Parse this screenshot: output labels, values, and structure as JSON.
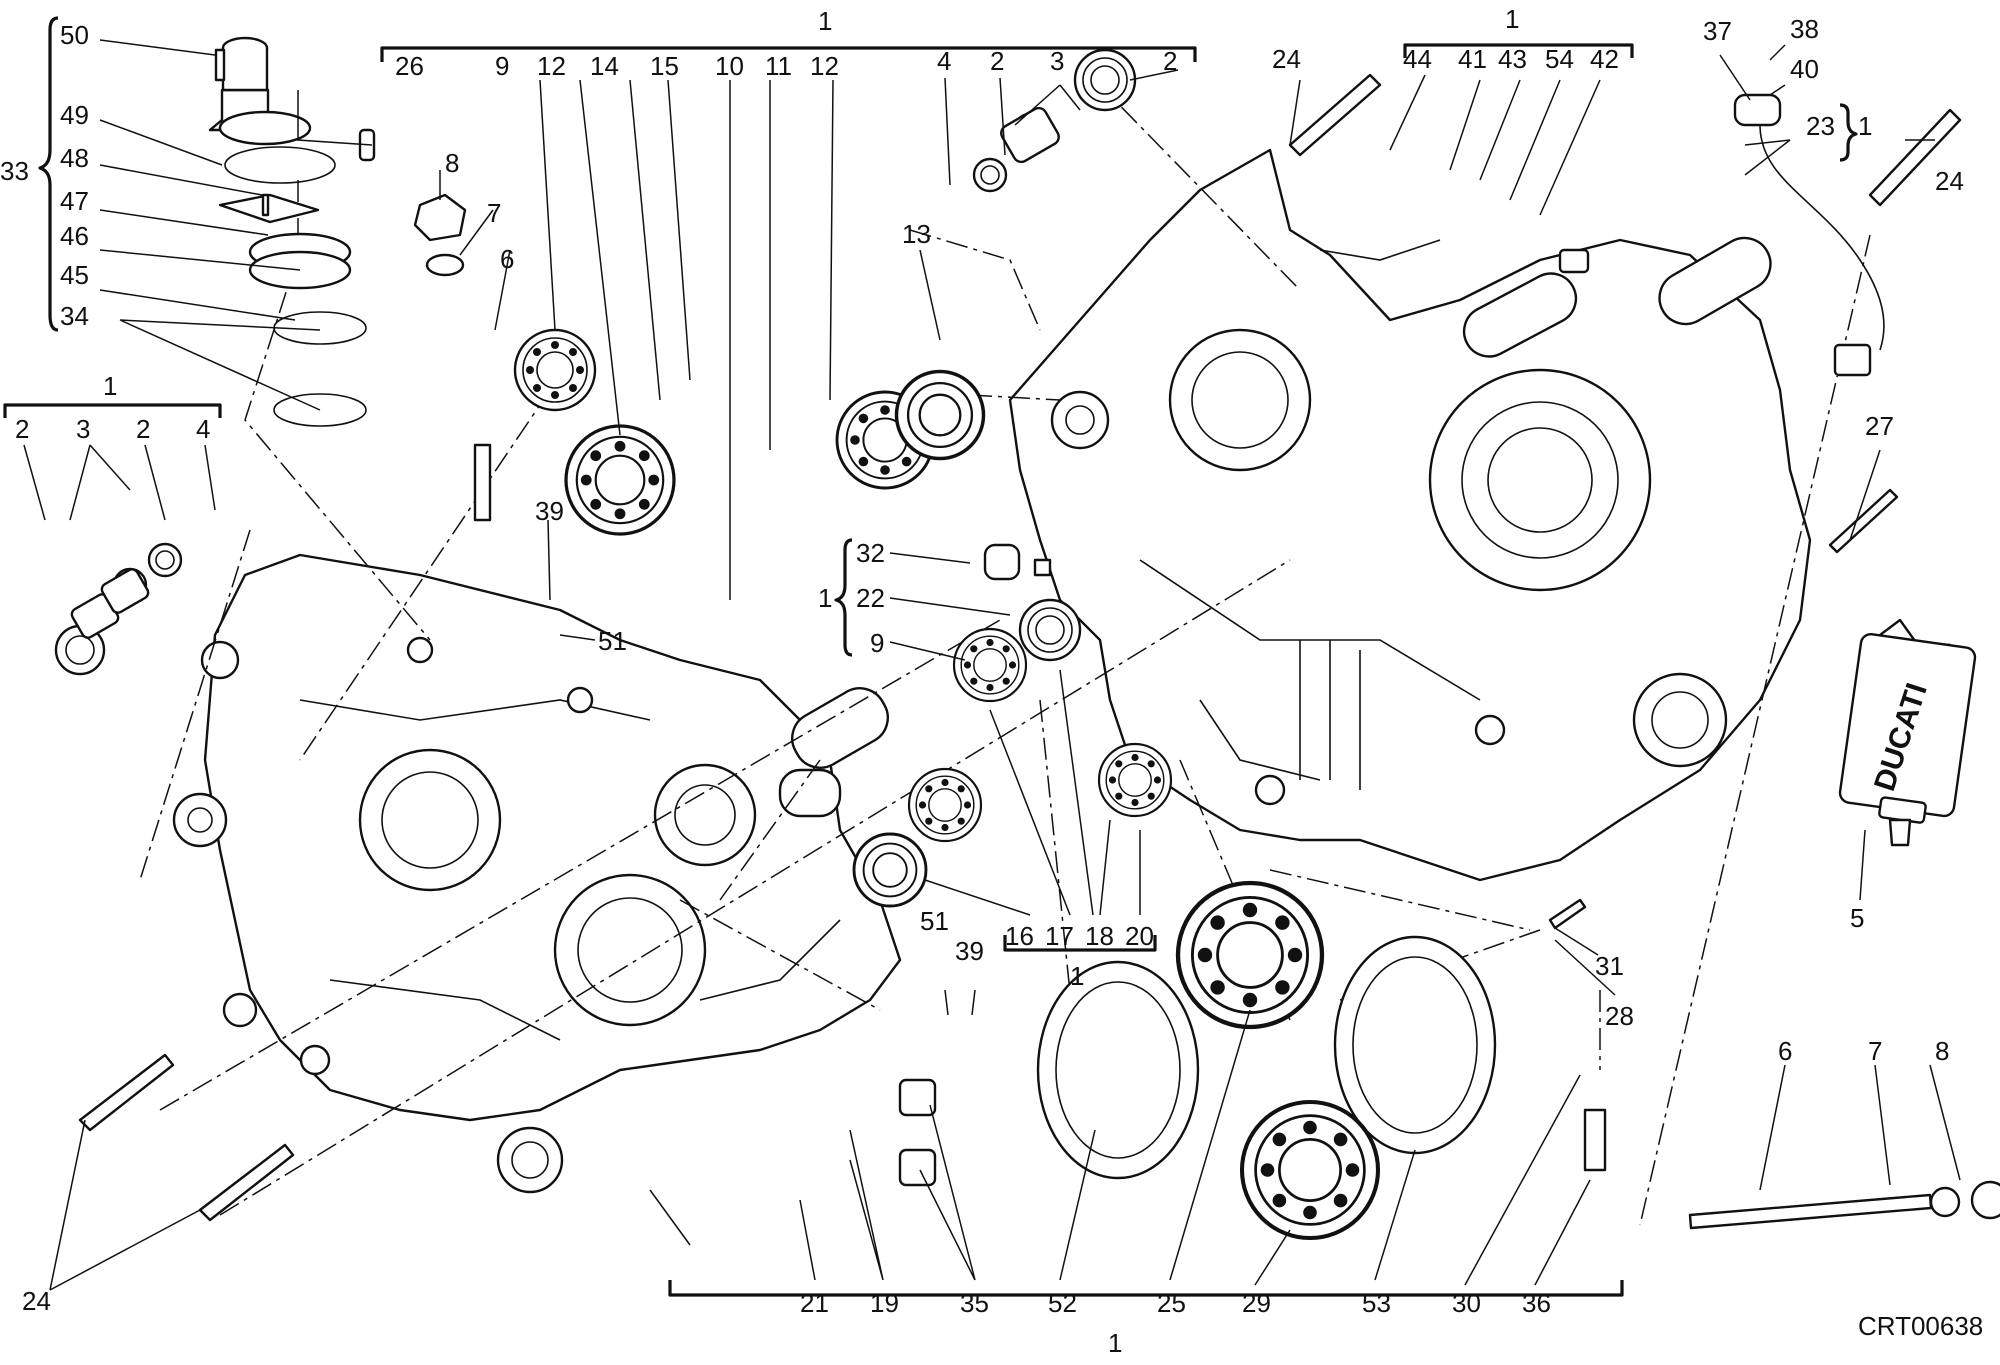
{
  "drawing_code": "CRT00638",
  "brand_mark": "DUCATI",
  "callouts": [
    {
      "id": "c50a",
      "text": "50"
    },
    {
      "id": "c49",
      "text": "49"
    },
    {
      "id": "c48",
      "text": "48"
    },
    {
      "id": "c47",
      "text": "47"
    },
    {
      "id": "c46",
      "text": "46"
    },
    {
      "id": "c45",
      "text": "45"
    },
    {
      "id": "c34",
      "text": "34"
    },
    {
      "id": "c33",
      "text": "33"
    },
    {
      "id": "c26",
      "text": "26"
    },
    {
      "id": "c8a",
      "text": "8"
    },
    {
      "id": "c7a",
      "text": "7"
    },
    {
      "id": "c6a",
      "text": "6"
    },
    {
      "id": "c9a",
      "text": "9"
    },
    {
      "id": "c12a",
      "text": "12"
    },
    {
      "id": "c14",
      "text": "14"
    },
    {
      "id": "c15",
      "text": "15"
    },
    {
      "id": "c10",
      "text": "10"
    },
    {
      "id": "c11",
      "text": "11"
    },
    {
      "id": "c12b",
      "text": "12"
    },
    {
      "id": "c4a",
      "text": "4"
    },
    {
      "id": "c2a",
      "text": "2"
    },
    {
      "id": "c3a",
      "text": "3"
    },
    {
      "id": "c2b",
      "text": "2"
    },
    {
      "id": "c1top",
      "text": "1"
    },
    {
      "id": "c13",
      "text": "13"
    },
    {
      "id": "c24a",
      "text": "24"
    },
    {
      "id": "c1mid",
      "text": "1"
    },
    {
      "id": "c44",
      "text": "44"
    },
    {
      "id": "c41",
      "text": "41"
    },
    {
      "id": "c43",
      "text": "43"
    },
    {
      "id": "c54",
      "text": "54"
    },
    {
      "id": "c42",
      "text": "42"
    },
    {
      "id": "c37",
      "text": "37"
    },
    {
      "id": "c38",
      "text": "38"
    },
    {
      "id": "c40",
      "text": "40"
    },
    {
      "id": "c23",
      "text": "23"
    },
    {
      "id": "c1r",
      "text": "1"
    },
    {
      "id": "c24b",
      "text": "24"
    },
    {
      "id": "c1left",
      "text": "1"
    },
    {
      "id": "c2c",
      "text": "2"
    },
    {
      "id": "c3b",
      "text": "3"
    },
    {
      "id": "c2d",
      "text": "2"
    },
    {
      "id": "c4b",
      "text": "4"
    },
    {
      "id": "c39a",
      "text": "39"
    },
    {
      "id": "c51a",
      "text": "51"
    },
    {
      "id": "c32",
      "text": "32"
    },
    {
      "id": "c1g",
      "text": "1"
    },
    {
      "id": "c22",
      "text": "22"
    },
    {
      "id": "c9b",
      "text": "9"
    },
    {
      "id": "c27",
      "text": "27"
    },
    {
      "id": "c5",
      "text": "5"
    },
    {
      "id": "c16",
      "text": "16"
    },
    {
      "id": "c17",
      "text": "17"
    },
    {
      "id": "c18",
      "text": "18"
    },
    {
      "id": "c20",
      "text": "20"
    },
    {
      "id": "c1s",
      "text": "1"
    },
    {
      "id": "c51b",
      "text": "51"
    },
    {
      "id": "c39b",
      "text": "39"
    },
    {
      "id": "c31",
      "text": "31"
    },
    {
      "id": "c28",
      "text": "28"
    },
    {
      "id": "c6b",
      "text": "6"
    },
    {
      "id": "c7b",
      "text": "7"
    },
    {
      "id": "c8b",
      "text": "8"
    },
    {
      "id": "c24c",
      "text": "24"
    },
    {
      "id": "c21",
      "text": "21"
    },
    {
      "id": "c19",
      "text": "19"
    },
    {
      "id": "c35",
      "text": "35"
    },
    {
      "id": "c52",
      "text": "52"
    },
    {
      "id": "c25",
      "text": "25"
    },
    {
      "id": "c29",
      "text": "29"
    },
    {
      "id": "c53",
      "text": "53"
    },
    {
      "id": "c30",
      "text": "30"
    },
    {
      "id": "c36",
      "text": "36"
    },
    {
      "id": "c1bot",
      "text": "1"
    }
  ]
}
